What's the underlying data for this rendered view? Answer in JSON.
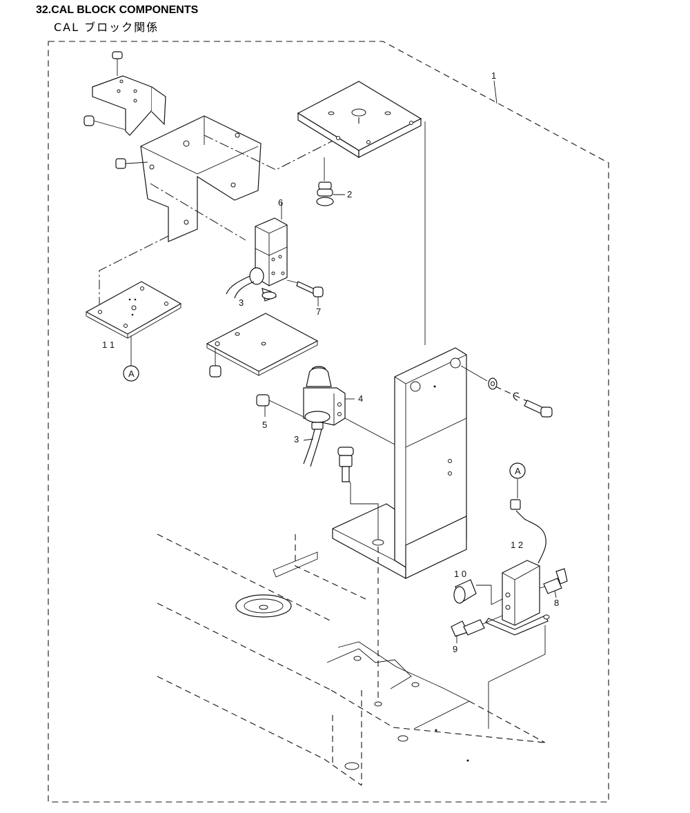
{
  "header": {
    "title": "32.CAL BLOCK COMPONENTS",
    "subtitle": "CAL ブロック関係"
  },
  "callouts": {
    "p1": "1",
    "p2": "2",
    "p3a": "3",
    "p3b": "3",
    "p4": "4",
    "p5": "5",
    "p6": "6",
    "p7": "7",
    "p8": "8",
    "p9": "9",
    "p10": "1 0",
    "p11": "1 1",
    "p12": "1 2",
    "refA1": "A",
    "refA2": "A"
  }
}
